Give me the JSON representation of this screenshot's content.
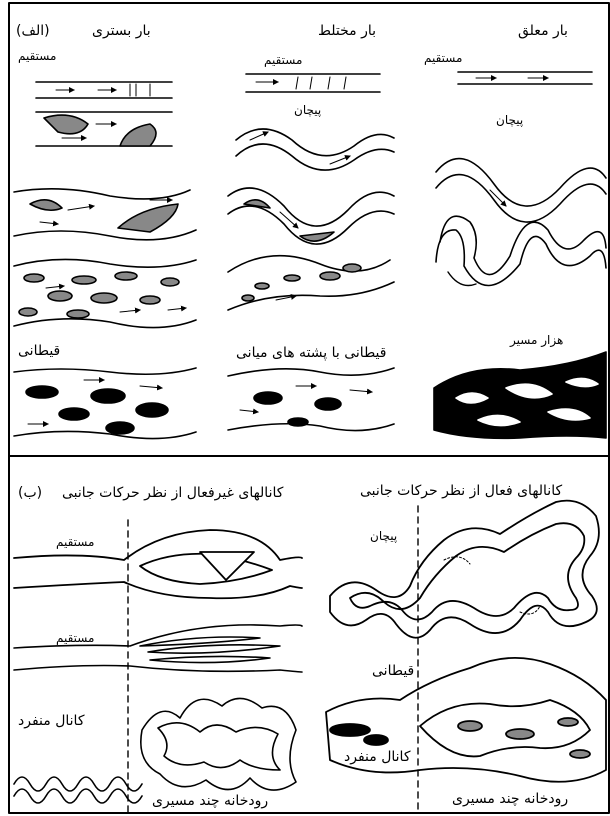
{
  "panel_a": {
    "tag": "(الف)",
    "columns": [
      {
        "title": "بار بستری"
      },
      {
        "title": "بار مختلط"
      },
      {
        "title": "بار معلق"
      }
    ],
    "labels": {
      "bed_straight": "مستقیم",
      "bed_braided": "قیطانی",
      "mixed_straight": "مستقیم",
      "mixed_meander": "پیچان",
      "mixed_braided": "قیطانی با پشته های میانی",
      "susp_straight": "مستقیم",
      "susp_meander": "پیچان",
      "susp_anastomosing": "هزار مسیر"
    }
  },
  "panel_b": {
    "tag": "(ب)",
    "left_title": "کانالهای غیرفعال از نظر حرکات جانبی",
    "right_title": "کانالهای فعال از نظر حرکات جانبی",
    "left_labels": {
      "straight_1": "مستقیم",
      "straight_2": "مستقیم",
      "single_channel": "کانال منفرد",
      "multi": "رودخانه چند مسیری"
    },
    "right_labels": {
      "meander": "پیچان",
      "braided": "قیطانی",
      "single_channel": "کانال منفرد",
      "multi": "رودخانه چند مسیری"
    }
  }
}
